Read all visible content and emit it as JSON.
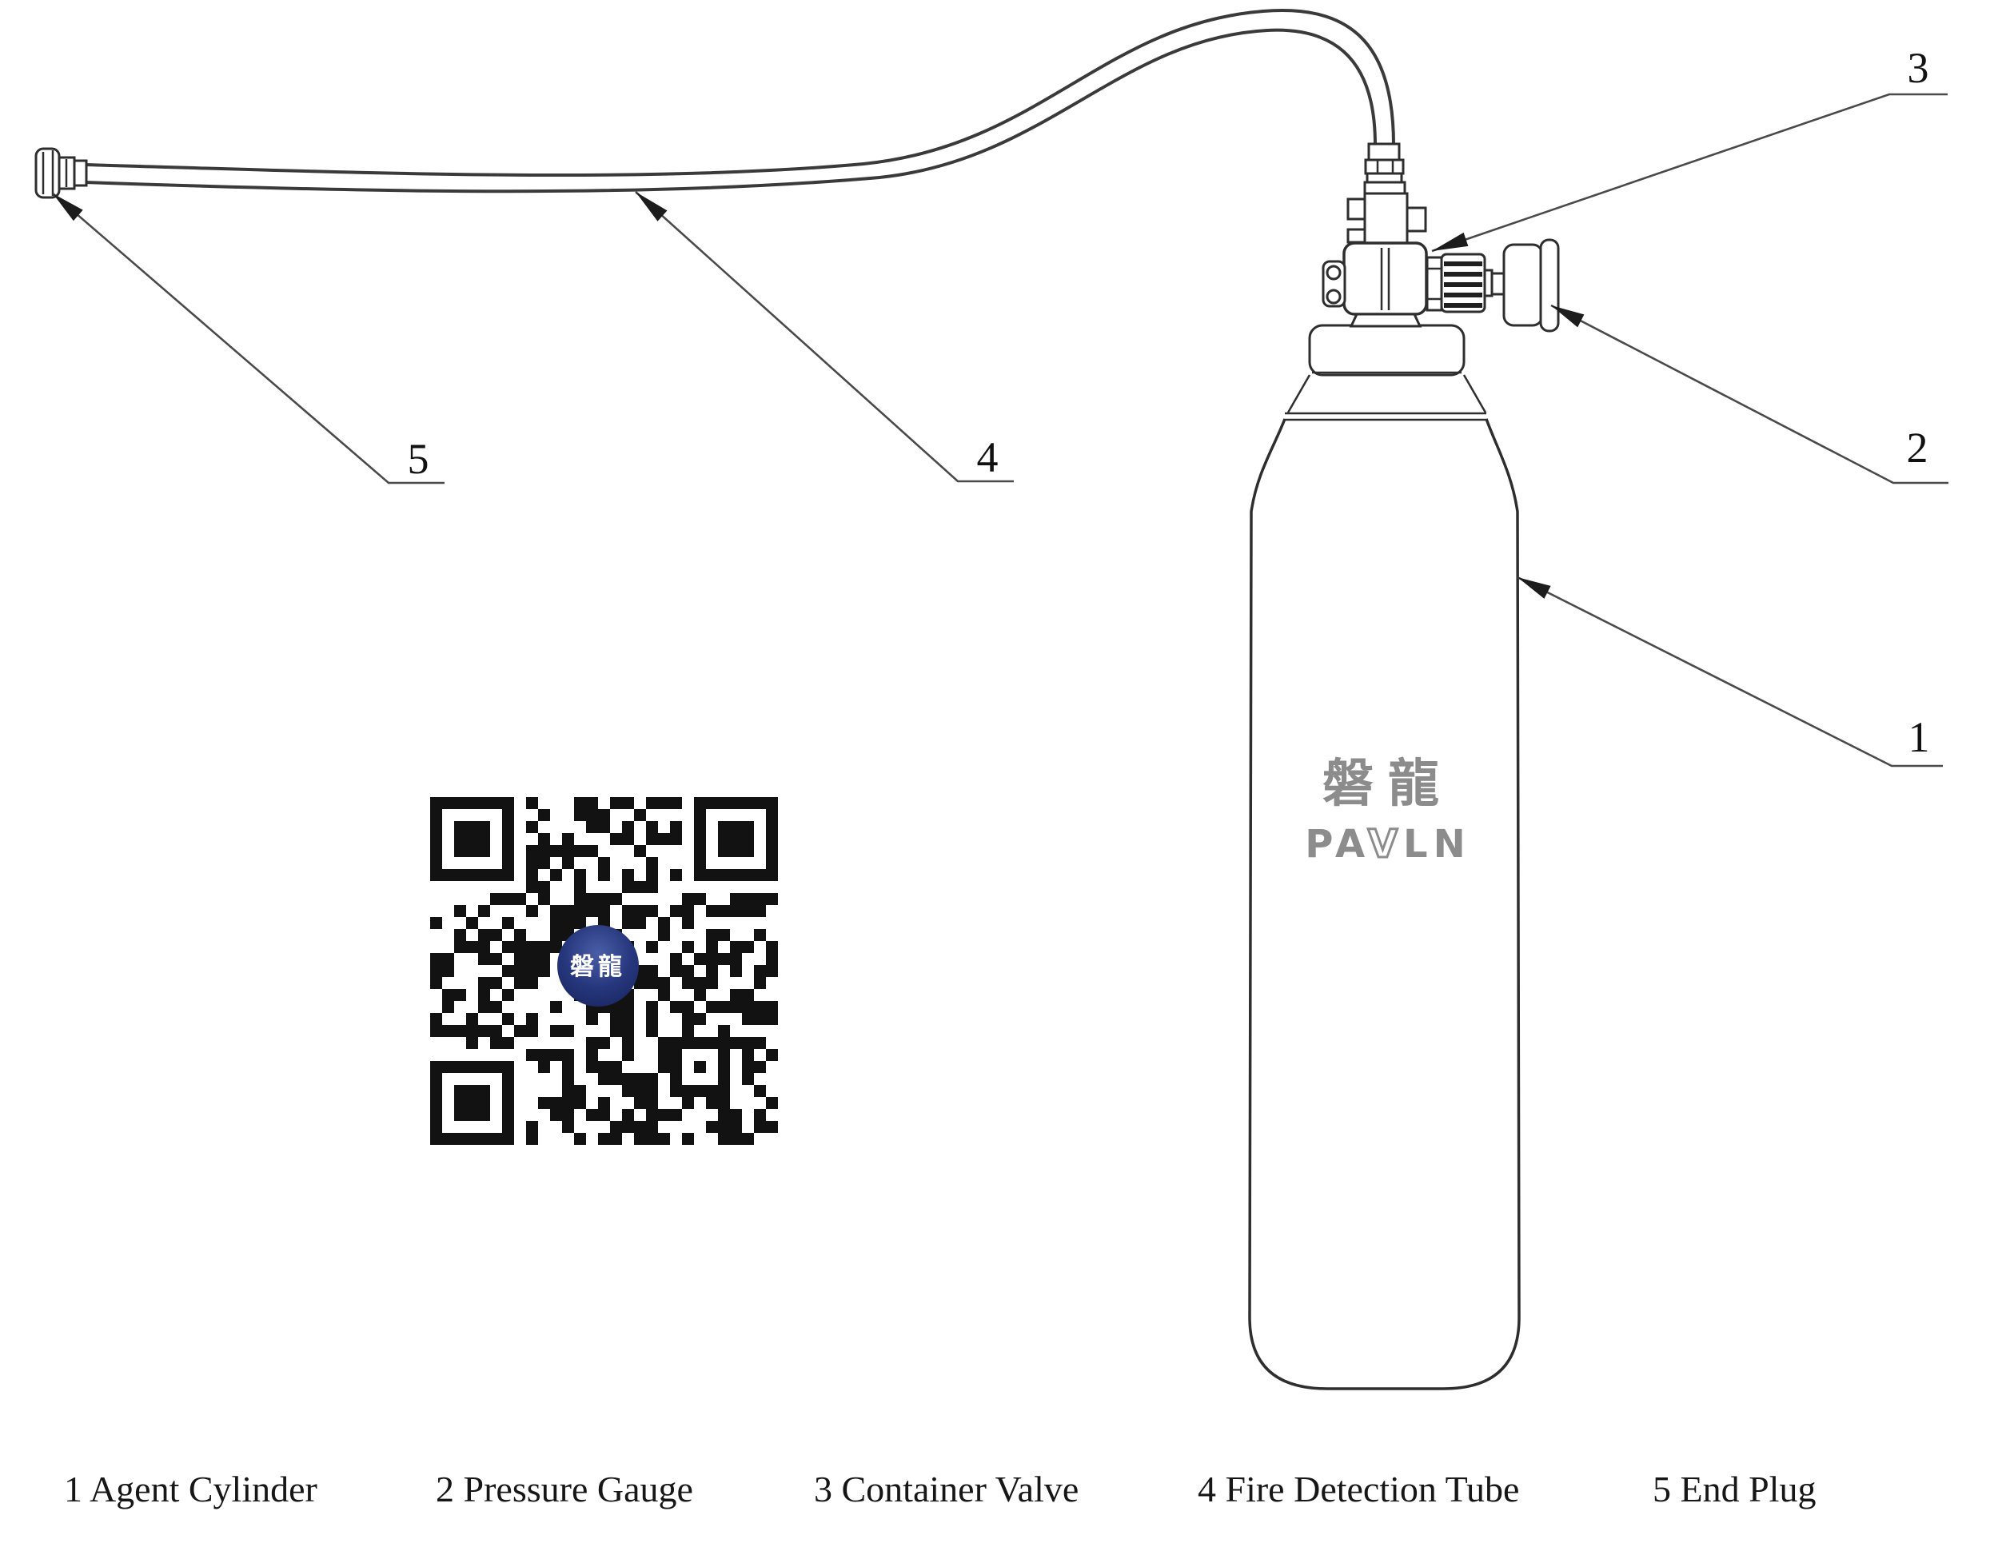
{
  "callouts": {
    "numbers": [
      "1",
      "2",
      "3",
      "4",
      "5"
    ]
  },
  "caption": {
    "items": [
      "1 Agent Cylinder",
      "2 Pressure Gauge",
      "3 Container Valve",
      "4 Fire Detection Tube",
      "5 End Plug"
    ]
  },
  "cylinder": {
    "brand_cn": "磐龍",
    "brand_latin": {
      "pa": "PA",
      "v": "V",
      "ln": "LN"
    }
  },
  "qr": {
    "logo_text": "磐龍"
  },
  "colors": {
    "line": "#2e2e2e",
    "brand_gray": "#8c8c8c",
    "qr_dark": "#121212",
    "logo_navy": "#203070",
    "logo_navy_light": "#46straight"
  }
}
